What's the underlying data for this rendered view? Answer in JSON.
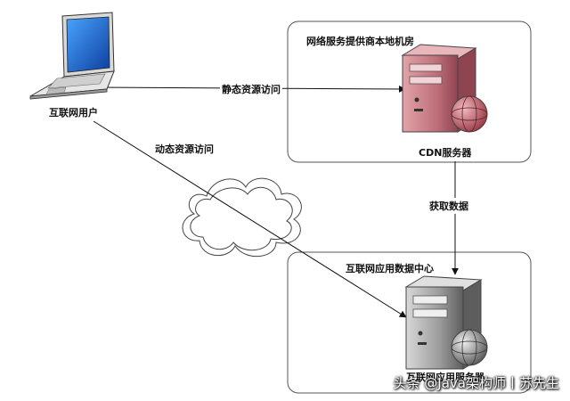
{
  "nodes": {
    "user": "互联网用户",
    "cdn_group": "网络服务提供商本地机房",
    "cdn_server": "CDN服务器",
    "dc_group": "互联网应用数据中心",
    "app_server": "互联网应用服务器"
  },
  "edges": {
    "static": "静态资源访问",
    "dynamic": "动态资源访问",
    "fetch": "获取数据"
  },
  "watermark": "头条 @Java架构师丨苏先生",
  "colors": {
    "cdn_server": "#c0707a",
    "app_server": "#8a8a8a",
    "laptop_screen": "#1f6fd1"
  }
}
